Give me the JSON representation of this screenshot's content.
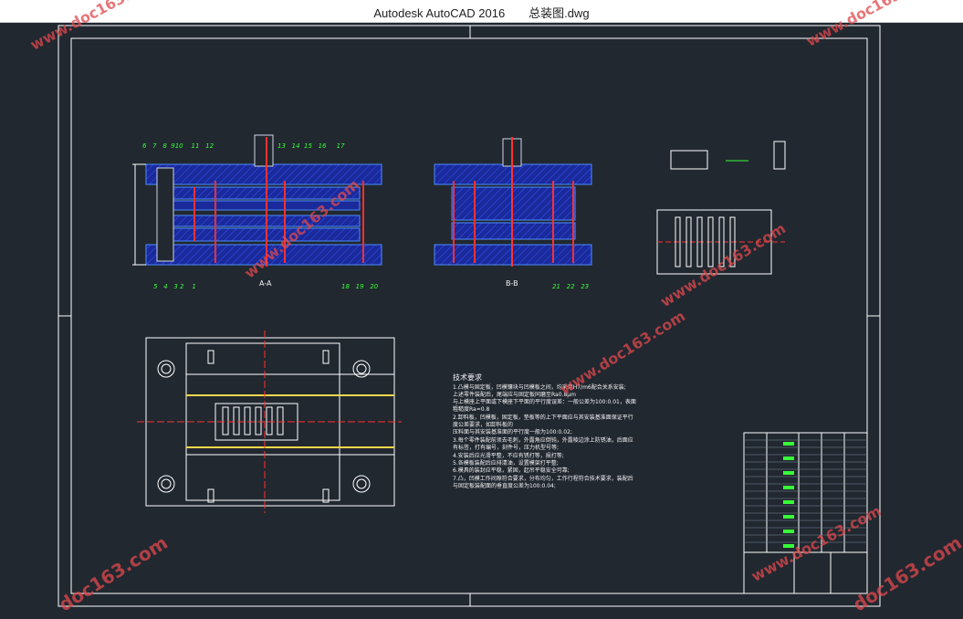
{
  "window": {
    "title": "Autodesk AutoCAD 2016　　总装图.dwg"
  },
  "colors": {
    "background": "#212830",
    "frame": "#ffffff",
    "part_fill": "#1a2a9a",
    "part_edge": "#4b8cff",
    "hatch": "#2b3fd8",
    "center": "#ff3030",
    "numbers": "#37ff37",
    "watermark": "#e0484d"
  },
  "views": {
    "section_a": "A-A",
    "section_b": "B-B"
  },
  "part_numbers": {
    "top_left": [
      "6",
      "7",
      "8",
      "9",
      "10",
      "11",
      "12"
    ],
    "top_mid": [
      "13",
      "14",
      "15",
      "16",
      "17"
    ],
    "bottom_left": [
      "5",
      "4",
      "3",
      "2",
      "1"
    ],
    "bottom_right": [
      "18",
      "19",
      "20"
    ],
    "bottom_b": [
      "21",
      "22",
      "23"
    ]
  },
  "tech": {
    "title": "技术要求",
    "lines": [
      "1.凸模与固定板，凹模镶块与凹模板之间，均采用H7/m6配合关系安装;",
      "上述零件装配后，尾端应与固定板同磨至Ra0.8μm",
      "与上模座上平面或下模座下平面的平行度误差：一般公差为100:0.01，表面",
      "粗糙度Ra=0.8",
      "2.卸料板，凹模板，固定板，垫板等的上下平面应与其安装基准面保证平行",
      "度公差要求，如卸料板的",
      "压料面与其安装基准面的平行度一般为100:0.02;",
      "3.每个零件装配前须去毛刺，外露角应倒钝，外露棱边涂上防锈油，后面应",
      "有标签，打有编号，刻件号，压力机型号等;",
      "4.安装后应光滑平整，不应有锈打等，损打等;",
      "5.各模板装配后应排清油，设置模架打平整;",
      "6.模具的装封应平稳，紧固，起吊平稳安全可靠;",
      "7.凸，凹模工作间隙符合要求，分布均匀，工作行程符合技术要求，装配后",
      "与固定板装配面的垂直度公差为100:0.04;"
    ]
  },
  "watermarks": [
    "www.doc163.com",
    "www.doc163.com",
    "www.doc163.com",
    "www.doc163.com",
    "www.doc163.com",
    "www.doc163.com",
    "doc163.com",
    "doc163.com"
  ]
}
